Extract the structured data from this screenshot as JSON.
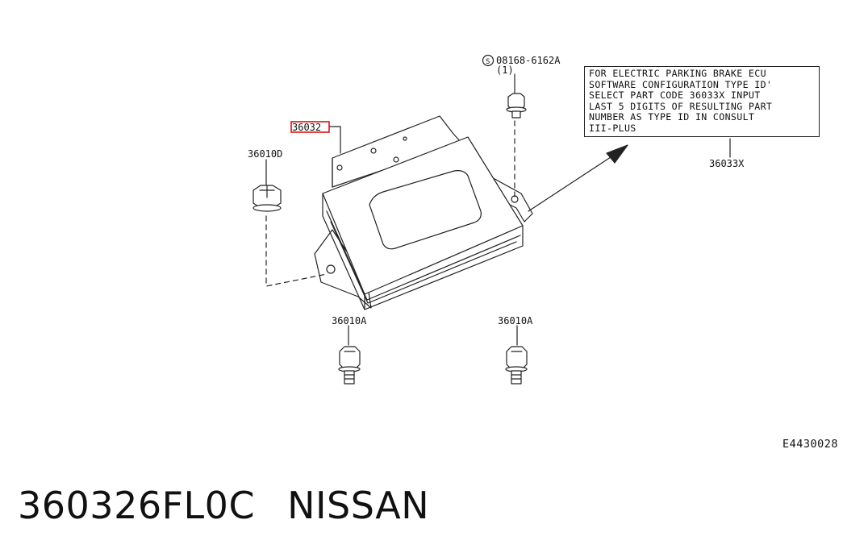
{
  "callouts": {
    "main_part": "36032",
    "bolt_left": "36010D",
    "bolt_top": "08168-6162A",
    "bolt_top_qty": "(1)",
    "bolt_bottom_left": "36010A",
    "bolt_bottom_right": "36010A",
    "note_part": "36033X"
  },
  "note": {
    "lines": [
      "FOR ELECTRIC PARKING BRAKE ECU",
      "SOFTWARE CONFIGURATION TYPE ID'",
      "SELECT PART CODE 36033X INPUT",
      "LAST 5 DIGITS OF RESULTING PART",
      "NUMBER AS TYPE ID IN CONSULT",
      "III-PLUS"
    ]
  },
  "figure_ref": "E4430028",
  "footer": {
    "part_number": "360326FL0C",
    "brand": "NISSAN"
  },
  "colors": {
    "line": "#222222",
    "highlight": "#e01010"
  }
}
